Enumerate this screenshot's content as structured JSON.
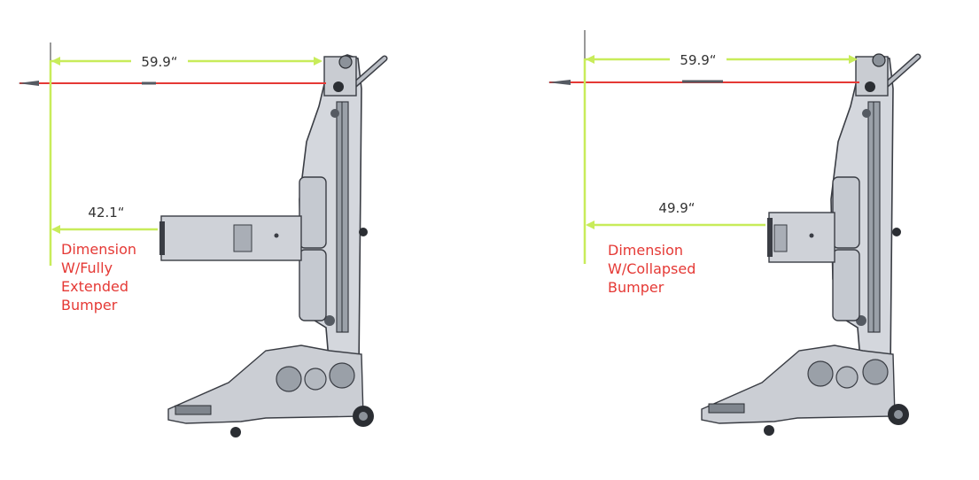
{
  "colors": {
    "dimension_line": "#c8ec5a",
    "laser_line": "#e53935",
    "caption": "#e53935",
    "machine_fill": "#d4d7dd",
    "machine_stroke": "#3a3d44"
  },
  "panels": [
    {
      "top_dimension": "59.9“",
      "bumper_dimension": "42.1“",
      "caption": [
        "Dimension",
        "W/Fully",
        "Extended",
        "Bumper"
      ]
    },
    {
      "top_dimension": "59.9“",
      "bumper_dimension": "49.9“",
      "caption": [
        "Dimension",
        "W/Collapsed",
        "Bumper"
      ]
    }
  ]
}
